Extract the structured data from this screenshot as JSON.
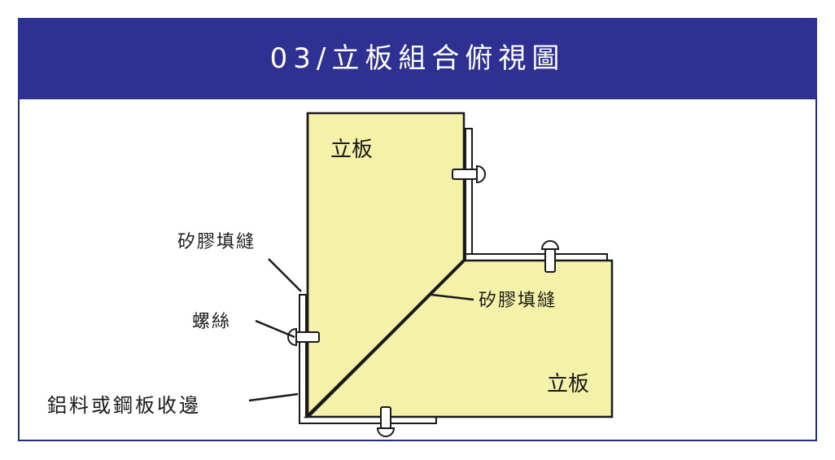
{
  "header": {
    "title": "03/立板組合俯視圖"
  },
  "diagram": {
    "panel_label_top": "立板",
    "panel_label_right": "立板",
    "callout_silicone_left": "矽膠填縫",
    "callout_screw": "螺絲",
    "callout_edge": "鋁料或鋼板收邊",
    "callout_silicone_diagonal": "矽膠填縫"
  },
  "colors": {
    "banner": "#2e3192",
    "panel_fill": "#f4f1a8",
    "outline": "#1a1a1a"
  }
}
